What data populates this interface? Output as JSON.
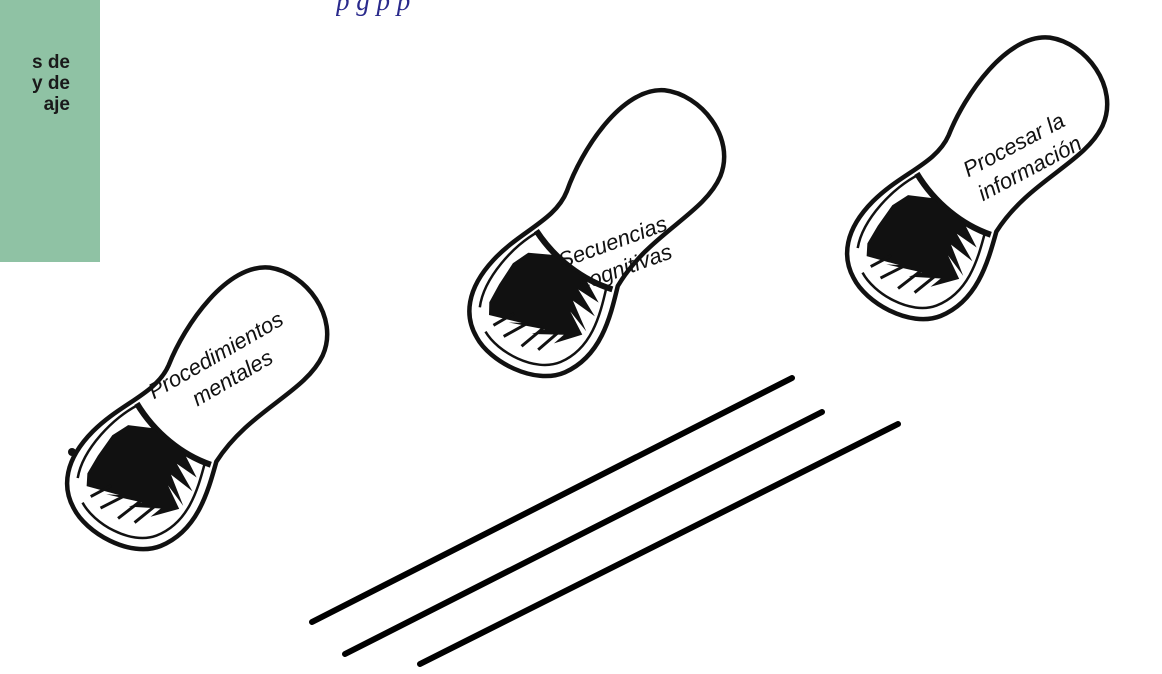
{
  "header": {
    "title_fragment": "p                                g   p     p"
  },
  "side_panel": {
    "lines": [
      "s de",
      "y de",
      "aje"
    ],
    "background": "#8fc2a4"
  },
  "footprints": [
    {
      "name": "footprint-1",
      "lines": [
        "Procedimientos",
        "mentales"
      ]
    },
    {
      "name": "footprint-2",
      "lines": [
        "Secuencias",
        "cognitivas"
      ]
    },
    {
      "name": "footprint-3",
      "lines": [
        "Procesar la",
        "información"
      ]
    }
  ],
  "colors": {
    "title": "#2a2a8c",
    "ink": "#111111"
  }
}
